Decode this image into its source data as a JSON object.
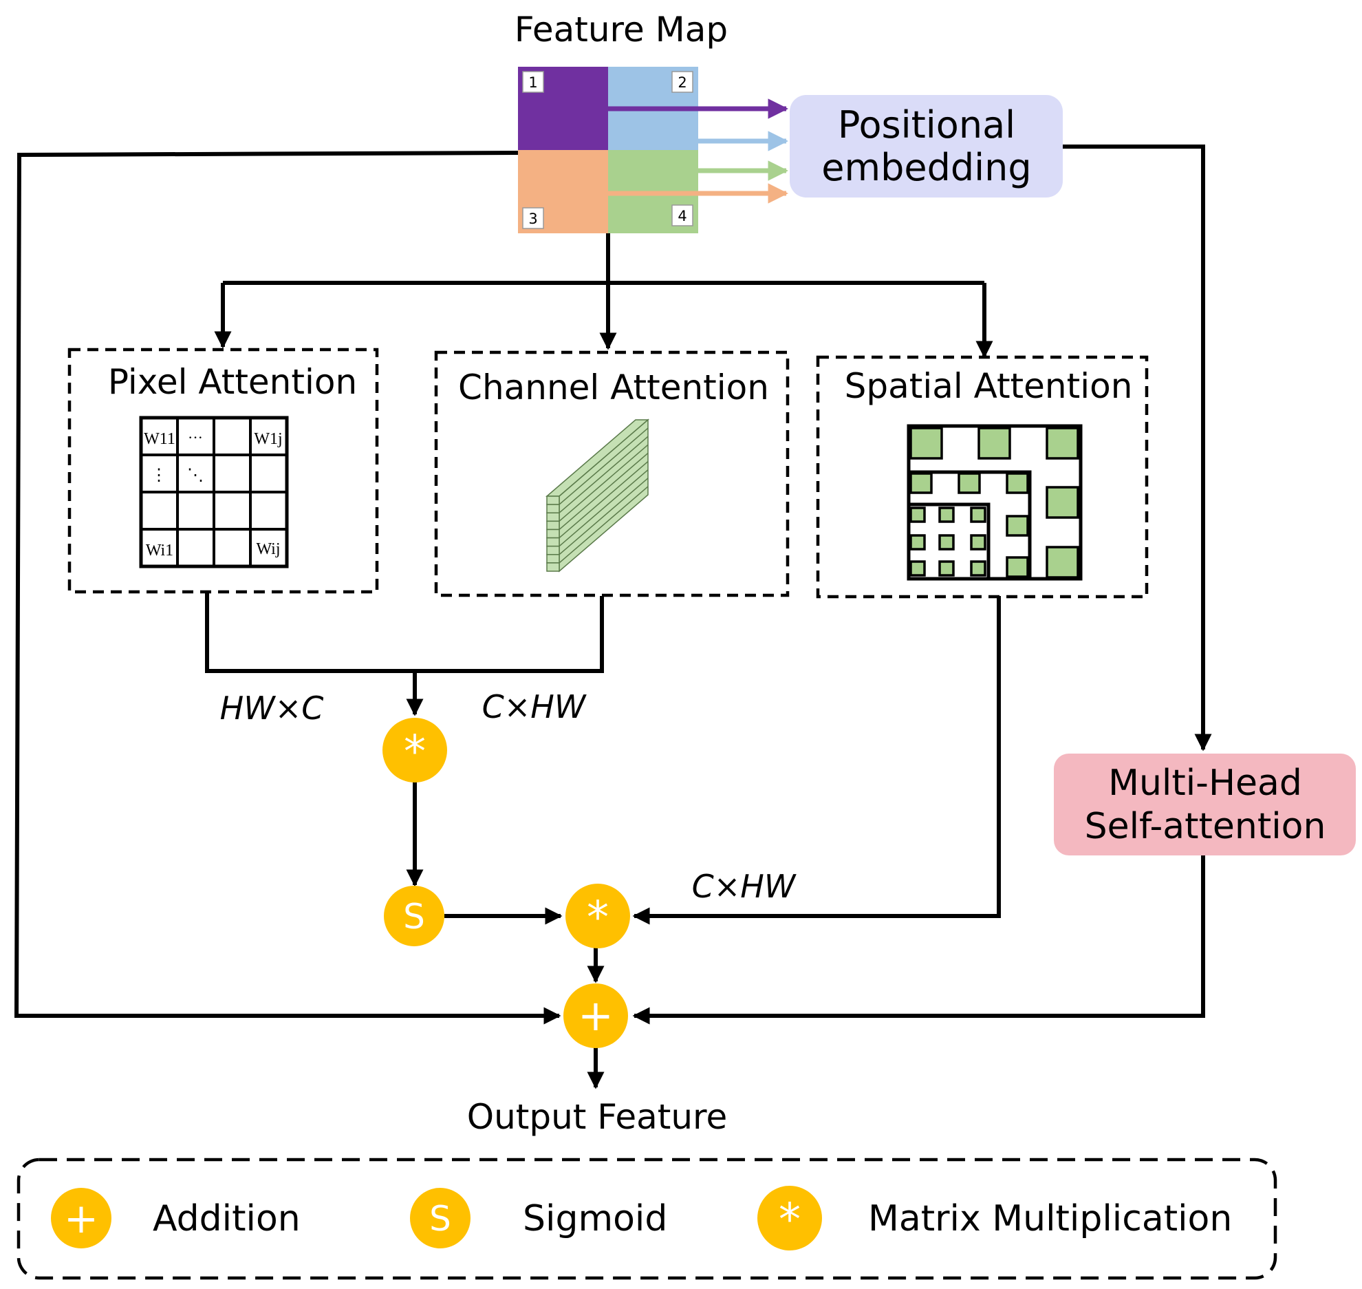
{
  "feature_map": {
    "title": "Feature Map",
    "patches": [
      {
        "label": "1",
        "color": "#7030A0"
      },
      {
        "label": "2",
        "color": "#9DC3E6"
      },
      {
        "label": "3",
        "color": "#F4B183"
      },
      {
        "label": "4",
        "color": "#A9D18E"
      }
    ]
  },
  "positional_embedding": {
    "line1": "Positional",
    "line2": "embedding",
    "color": "#DADCF8"
  },
  "pixel_attention": {
    "title": "Pixel Attention",
    "weights": {
      "w11": "W11",
      "w1j": "W1j",
      "wi1": "Wi1",
      "wij": "Wij",
      "hdots": "···",
      "vdots": "⋮",
      "ddots": "⋱"
    }
  },
  "channel_attention": {
    "title": "Channel Attention",
    "color": "#C5E0B4"
  },
  "spatial_attention": {
    "title": "Spatial Attention",
    "color": "#A9D18E"
  },
  "multi_head": {
    "line1": "Multi-Head",
    "line2": "Self-attention",
    "color": "#F4B8C0"
  },
  "dims": {
    "hw_c": "HW×C",
    "c_hw_1": "C×HW",
    "c_hw_2": "C×HW"
  },
  "operators": {
    "add": "+",
    "sigmoid": "S",
    "mult": "*",
    "color": "#FFC000"
  },
  "output": {
    "label": "Output Feature"
  },
  "legend": {
    "addition": "Addition",
    "sigmoid": "Sigmoid",
    "matrix_mult": "Matrix Multiplication"
  }
}
